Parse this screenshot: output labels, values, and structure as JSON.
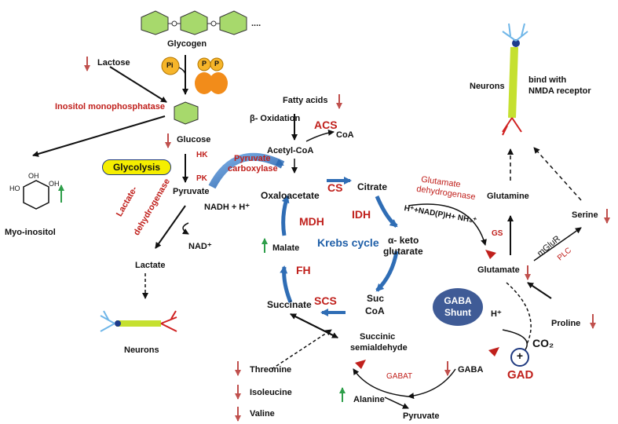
{
  "labels": {
    "glycogen": "Glycogen",
    "lactose": "Lactose",
    "pi": "Pi",
    "p1": "P",
    "p2": "P",
    "inositol_monophosphatase": "Inositol monophosphatase",
    "glucose": "Glucose",
    "glycolysis": "Glycolysis",
    "hk": "HK",
    "pk": "PK",
    "pyruvate": "Pyruvate",
    "nadh": "NADH + H⁺",
    "nad": "NAD⁺",
    "ldh_line1": "Lactate-",
    "ldh_line2": "dehydrogenase",
    "lactate": "Lactate",
    "neurons_left": "Neurons",
    "myo_inositol": "Myo-inositol",
    "fatty_acids": "Fatty acids",
    "beta_oxidation": "β- Oxidation",
    "acs": "ACS",
    "acetyl_coa": "Acetyl-CoA",
    "coa": "CoA",
    "pyruvate_carboxylase_1": "Pyruvate",
    "pyruvate_carboxylase_2": "carboxylase",
    "oxaloacetate": "Oxaloacetate",
    "cs": "CS",
    "citrate": "Citrate",
    "idh": "IDH",
    "mdh": "MDH",
    "krebs": "Krebs cycle",
    "akg_1": "α- keto",
    "akg_2": "glutarate",
    "malate": "Malate",
    "fh": "FH",
    "succinate": "Succinate",
    "scs": "SCS",
    "succoa_1": "Suc",
    "succoa_2": "CoA",
    "ssa_1": "Succinic",
    "ssa_2": "semialdehyde",
    "threonine": "Threonine",
    "isoleucine": "Isoleucine",
    "valine": "Valine",
    "gaba": "GABA",
    "gabat": "GABAT",
    "alanine": "Alanine",
    "pyruvate_bottom": "Pyruvate",
    "gaba_shunt_1": "GABA",
    "gaba_shunt_2": "Shunt",
    "h_plus": "H⁺",
    "co2": "CO₂",
    "gad": "GAD",
    "plus": "+",
    "proline": "Proline",
    "glutamate": "Glutamate",
    "gs": "GS",
    "glutamine": "Glutamine",
    "gdh_1": "Glutamate",
    "gdh_2": "dehydrogenase",
    "gdh_reaction": "H⁺+NAD(P)H+ NH₄⁺",
    "mglur": "mGluR",
    "plc": "PLC",
    "serine": "Serine",
    "neurons_right": "Neurons",
    "nmda_1": "bind with",
    "nmda_2": "NMDA receptor",
    "oh": "OH",
    "ho": "HO",
    "dots": "....",
    "o": "O"
  },
  "colors": {
    "decrease_arrow": "#c0504d",
    "increase_arrow": "#2e9e4a",
    "enzyme_red": "#c0201c",
    "blue_arrow": "#2f6db5",
    "glucose_green": "#a7d96c",
    "glycolysis_yellow": "#f5ee00",
    "phosphate_orange": "#f28c1a",
    "gaba_shunt_fill": "#3f5b96"
  }
}
